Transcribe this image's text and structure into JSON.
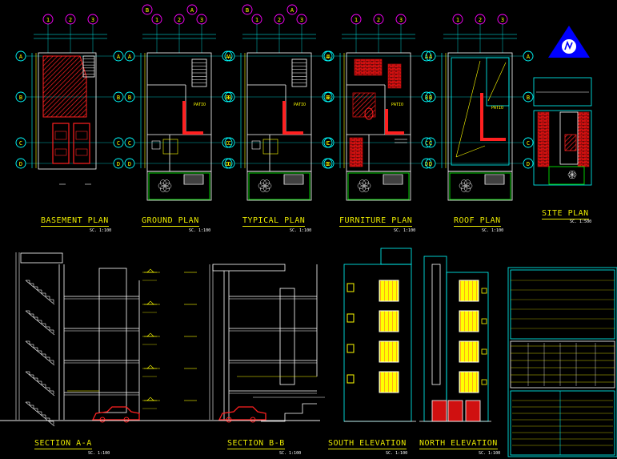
{
  "drawing": {
    "background": "#000000",
    "accent_colors": {
      "wall": "#ffffff",
      "dim": "#00ffff",
      "label": "#ffff00",
      "hatch": "#ff2020",
      "landscape": "#00ff00",
      "grid_bubble": "#ff00ff",
      "north": "#0000ff"
    }
  },
  "plans": [
    {
      "id": "basement",
      "title": "BASEMENT PLAN",
      "scale": "SC. 1:100"
    },
    {
      "id": "ground",
      "title": "GROUND PLAN",
      "scale": "SC. 1:100"
    },
    {
      "id": "typical",
      "title": "TYPICAL PLAN",
      "scale": "SC. 1:100"
    },
    {
      "id": "furniture",
      "title": "FURNITURE PLAN",
      "scale": "SC. 1:100"
    },
    {
      "id": "roof",
      "title": "ROOF PLAN",
      "scale": "SC. 1:100"
    },
    {
      "id": "site",
      "title": "SITE PLAN",
      "scale": "SC. 1:500"
    }
  ],
  "sections": [
    {
      "id": "section-aa",
      "title": "SECTION A-A",
      "scale": "SC. 1:100"
    },
    {
      "id": "section-bb",
      "title": "SECTION B-B",
      "scale": "SC. 1:100"
    }
  ],
  "elevations": [
    {
      "id": "south",
      "title": "SOUTH ELEVATION",
      "scale": "SC. 1:100"
    },
    {
      "id": "north",
      "title": "NORTH ELEVATION",
      "scale": "SC. 1:100"
    }
  ],
  "grid_rows": [
    "A",
    "B",
    "C",
    "D"
  ],
  "grid_cols": [
    "1",
    "2",
    "3"
  ],
  "section_marks": [
    "B",
    "A"
  ],
  "patio_label": "PATIO",
  "north_icon": "north-arrow-icon"
}
